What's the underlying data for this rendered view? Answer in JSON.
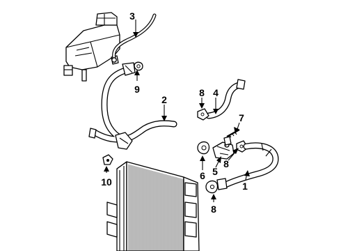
{
  "callouts": [
    {
      "id": "1",
      "label": "1"
    },
    {
      "id": "2",
      "label": "2"
    },
    {
      "id": "3",
      "label": "3"
    },
    {
      "id": "4",
      "label": "4"
    },
    {
      "id": "5",
      "label": "5"
    },
    {
      "id": "6",
      "label": "6"
    },
    {
      "id": "7",
      "label": "7"
    },
    {
      "id": "8a",
      "label": "8"
    },
    {
      "id": "8b",
      "label": "8"
    },
    {
      "id": "8c",
      "label": "8"
    },
    {
      "id": "9",
      "label": "9"
    },
    {
      "id": "10",
      "label": "10"
    }
  ],
  "colors": {
    "ink": "#000000",
    "paper": "#ffffff"
  }
}
